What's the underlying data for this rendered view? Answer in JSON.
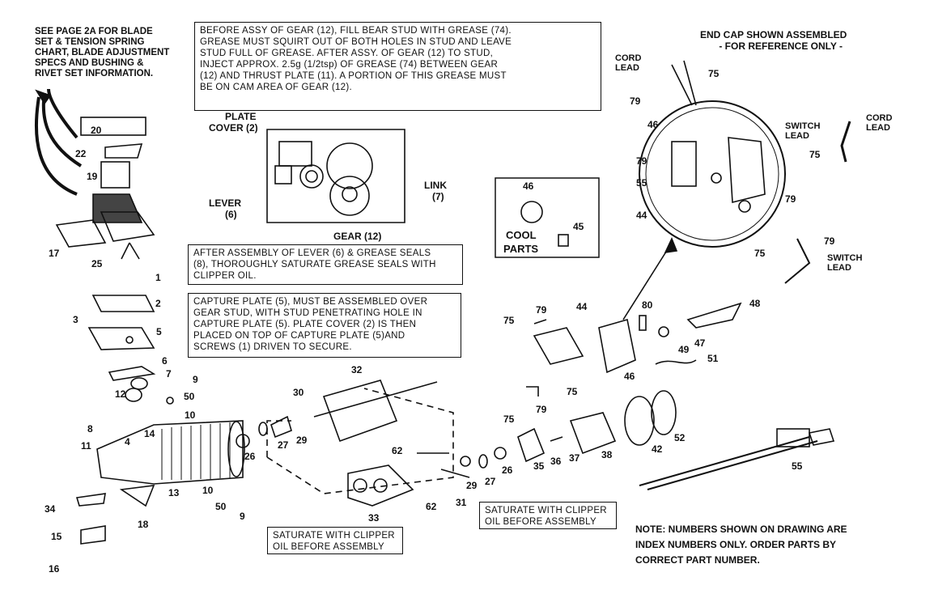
{
  "notes": {
    "see_page": [
      "SEE PAGE 2A FOR BLADE",
      "SET & TENSION SPRING",
      "CHART, BLADE ADJUSTMENT",
      "SPECS AND BUSHING &",
      "RIVET SET INFORMATION."
    ],
    "gear_grease": [
      "BEFORE ASSY OF GEAR (12), FILL BEAR STUD WITH GREASE (74).",
      "GREASE MUST SQUIRT OUT OF BOTH HOLES IN STUD AND LEAVE",
      "STUD FULL OF GREASE.  AFTER ASSY. OF GEAR (12) TO STUD,",
      "INJECT APPROX. 2.5g (1/2tsp) OF GREASE (74) BETWEEN GEAR",
      "(12) AND THRUST PLATE (11).  A PORTION OF THIS GREASE MUST",
      "BE ON CAM AREA OF GEAR (12)."
    ],
    "end_cap": [
      "END CAP SHOWN ASSEMBLED",
      "- FOR REFERENCE ONLY -"
    ],
    "lever_seals": [
      "AFTER ASSEMBLY OF LEVER (6) & GREASE SEALS",
      "(8), THOROUGHLY SATURATE GREASE SEALS WITH",
      "CLIPPER OIL."
    ],
    "capture_plate": [
      "CAPTURE PLATE (5), MUST BE ASSEMBLED OVER",
      "GEAR STUD, WITH STUD PENETRATING HOLE IN",
      "CAPTURE PLATE (5).  PLATE COVER (2) IS THEN",
      "PLACED ON TOP OF CAPTURE PLATE (5)AND",
      "SCREWS (1) DRIVEN TO SECURE."
    ],
    "saturate_left": [
      "SATURATE WITH CLIPPER",
      "OIL BEFORE ASSEMBLY"
    ],
    "saturate_right": [
      "SATURATE WITH CLIPPER",
      "OIL BEFORE ASSEMBLY"
    ],
    "note_bottom": [
      "NOTE: NUMBERS SHOWN ON DRAWING ARE",
      "INDEX NUMBERS ONLY.  ORDER PARTS BY",
      "CORRECT PART NUMBER."
    ]
  },
  "labels": {
    "plate_cover": [
      "PLATE",
      "COVER (2)"
    ],
    "lever": [
      "LEVER",
      "(6)"
    ],
    "link": [
      "LINK",
      "(7)"
    ],
    "gear": "GEAR (12)",
    "cool_parts": [
      "COOL",
      "PARTS"
    ],
    "cord_lead_left": [
      "CORD",
      "LEAD"
    ],
    "cord_lead_right": [
      "CORD",
      "LEAD"
    ],
    "switch_lead_top": [
      "SWITCH",
      "LEAD"
    ],
    "switch_lead_bottom": [
      "SWITCH",
      "LEAD"
    ]
  },
  "callouts": [
    {
      "id": "c20",
      "text": "20"
    },
    {
      "id": "c22",
      "text": "22"
    },
    {
      "id": "c19",
      "text": "19"
    },
    {
      "id": "c17",
      "text": "17"
    },
    {
      "id": "c25",
      "text": "25"
    },
    {
      "id": "c1",
      "text": "1"
    },
    {
      "id": "c2",
      "text": "2"
    },
    {
      "id": "c3",
      "text": "3"
    },
    {
      "id": "c5",
      "text": "5"
    },
    {
      "id": "c6",
      "text": "6"
    },
    {
      "id": "c7",
      "text": "7"
    },
    {
      "id": "c9a",
      "text": "9"
    },
    {
      "id": "c12",
      "text": "12"
    },
    {
      "id": "c50a",
      "text": "50"
    },
    {
      "id": "c8",
      "text": "8"
    },
    {
      "id": "c10a",
      "text": "10"
    },
    {
      "id": "c14",
      "text": "14"
    },
    {
      "id": "c11",
      "text": "11"
    },
    {
      "id": "c4",
      "text": "4"
    },
    {
      "id": "c13",
      "text": "13"
    },
    {
      "id": "c34",
      "text": "34"
    },
    {
      "id": "c18",
      "text": "18"
    },
    {
      "id": "c15",
      "text": "15"
    },
    {
      "id": "c16",
      "text": "16"
    },
    {
      "id": "c10b",
      "text": "10"
    },
    {
      "id": "c50b",
      "text": "50"
    },
    {
      "id": "c9b",
      "text": "9"
    },
    {
      "id": "c26a",
      "text": "26"
    },
    {
      "id": "c27a",
      "text": "27"
    },
    {
      "id": "c30",
      "text": "30"
    },
    {
      "id": "c29a",
      "text": "29"
    },
    {
      "id": "c32",
      "text": "32"
    },
    {
      "id": "c33",
      "text": "33"
    },
    {
      "id": "c62a",
      "text": "62"
    },
    {
      "id": "c62b",
      "text": "62"
    },
    {
      "id": "c31",
      "text": "31"
    },
    {
      "id": "c29b",
      "text": "29"
    },
    {
      "id": "c27b",
      "text": "27"
    },
    {
      "id": "c26b",
      "text": "26"
    },
    {
      "id": "c35",
      "text": "35"
    },
    {
      "id": "c36",
      "text": "36"
    },
    {
      "id": "c37",
      "text": "37"
    },
    {
      "id": "c38",
      "text": "38"
    },
    {
      "id": "c42",
      "text": "42"
    },
    {
      "id": "c52",
      "text": "52"
    },
    {
      "id": "c75a",
      "text": "75"
    },
    {
      "id": "c75b",
      "text": "75"
    },
    {
      "id": "c75c",
      "text": "75"
    },
    {
      "id": "c79a",
      "text": "79"
    },
    {
      "id": "c79b",
      "text": "79"
    },
    {
      "id": "c44a",
      "text": "44"
    },
    {
      "id": "c46a",
      "text": "46"
    },
    {
      "id": "c80",
      "text": "80"
    },
    {
      "id": "c48",
      "text": "48"
    },
    {
      "id": "c47",
      "text": "47"
    },
    {
      "id": "c49",
      "text": "49"
    },
    {
      "id": "c51",
      "text": "51"
    },
    {
      "id": "c55a",
      "text": "55"
    },
    {
      "id": "c46b",
      "text": "46"
    },
    {
      "id": "c45",
      "text": "45"
    },
    {
      "id": "c75d",
      "text": "75"
    },
    {
      "id": "c79c",
      "text": "79"
    },
    {
      "id": "c46c",
      "text": "46"
    },
    {
      "id": "c79d",
      "text": "79"
    },
    {
      "id": "c55b",
      "text": "55"
    },
    {
      "id": "c44b",
      "text": "44"
    },
    {
      "id": "c79e",
      "text": "79"
    },
    {
      "id": "c75e",
      "text": "75"
    },
    {
      "id": "c75f",
      "text": "75"
    },
    {
      "id": "c79f",
      "text": "79"
    }
  ]
}
